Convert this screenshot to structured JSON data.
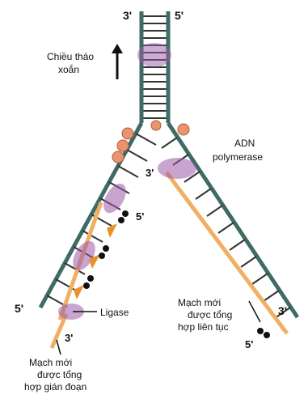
{
  "labels": {
    "top_left_end": "3'",
    "top_right_end": "5'",
    "unwind_direction_line1": "Chiều tháo",
    "unwind_direction_line2": "xoắn",
    "enzyme_line1": "ADN",
    "enzyme_line2": "polymerase",
    "leading_start_end": "3'",
    "lagging_fragment_end": "5'",
    "left_template_end": "5'",
    "ligase": "Ligase",
    "lagging_new_end": "3'",
    "leading_new_line1": "Mạch mới",
    "leading_new_line2": "được tổng",
    "leading_new_line3": "hợp liên tục",
    "right_template_end": "3'",
    "leading_bottom_end": "5'",
    "lagging_new_line1": "Mạch mới",
    "lagging_new_line2": "được tổng",
    "lagging_new_line3": "hợp gián đoạn"
  },
  "colors": {
    "backbone": "#3f6b67",
    "rung": "#333333",
    "new_strand": "#f0b063",
    "protein": "#9c5aa8",
    "helicase_ring": "#e8956e",
    "primer_arrow": "#e8902a"
  }
}
